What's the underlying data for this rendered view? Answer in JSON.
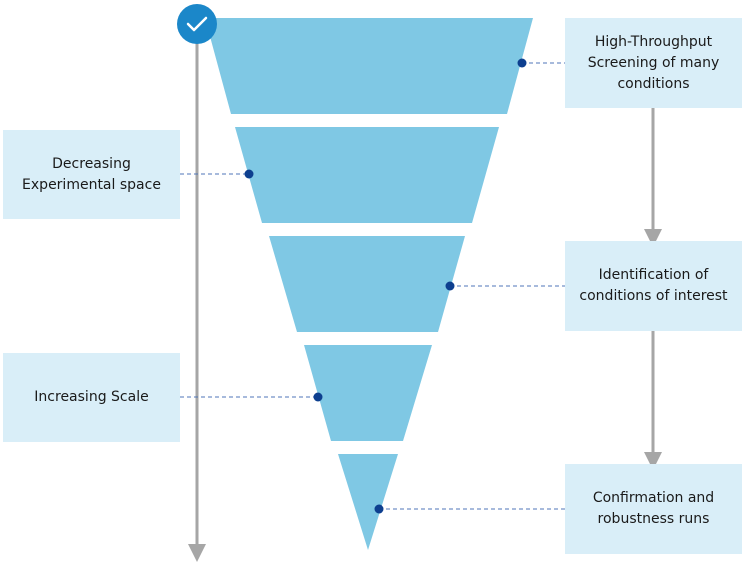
{
  "colors": {
    "funnel_fill": "#7fc8e4",
    "label_box_fill": "#d9eef8",
    "connector_dot": "#0d3f8f",
    "connector_dash": "#4f76b8",
    "gray_arrow": "#a6a6a6",
    "check_badge": "#1b87c9"
  },
  "icons": {
    "badge": "check-icon"
  },
  "labels": {
    "decreasing": "Decreasing Experimental space",
    "increasing": "Increasing Scale",
    "hts": "High-Throughput Screening of many conditions",
    "identification": "Identification of conditions of interest",
    "confirmation": "Confirmation and robustness runs"
  }
}
